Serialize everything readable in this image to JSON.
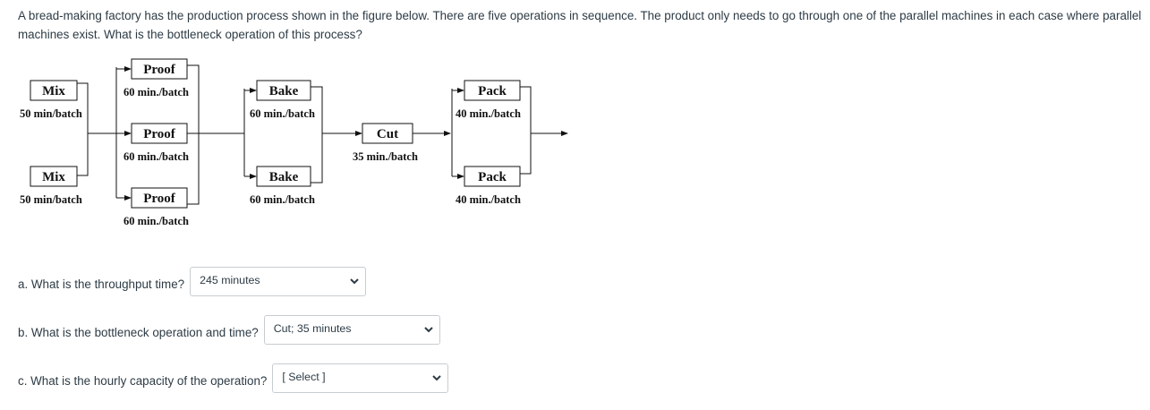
{
  "question": {
    "text": "A bread-making factory has the production process shown in the figure below. There are five operations in sequence. The product only needs to go through one of the parallel machines in each case where parallel machines exist. What is the bottleneck operation of this process?"
  },
  "diagram": {
    "mix1": {
      "label": "Mix",
      "rate": "50 min/batch"
    },
    "mix2": {
      "label": "Mix",
      "rate": "50 min/batch"
    },
    "proof1": {
      "label": "Proof",
      "rate": "60 min./batch"
    },
    "proof2": {
      "label": "Proof",
      "rate": "60 min./batch"
    },
    "proof3": {
      "label": "Proof",
      "rate": "60 min./batch"
    },
    "bake1": {
      "label": "Bake",
      "rate": "60 min./batch"
    },
    "bake2": {
      "label": "Bake",
      "rate": "60 min./batch"
    },
    "cut": {
      "label": "Cut",
      "rate": "35 min./batch"
    },
    "pack1": {
      "label": "Pack",
      "rate": "40 min./batch"
    },
    "pack2": {
      "label": "Pack",
      "rate": "40 min./batch"
    }
  },
  "questions": [
    {
      "label": "a. What is the throughput time?",
      "selected": "245 minutes"
    },
    {
      "label": "b. What is the bottleneck operation and time?",
      "selected": "Cut; 35 minutes"
    },
    {
      "label": "c. What is the hourly capacity of the operation?",
      "selected": "[ Select ]"
    }
  ],
  "icons": {
    "dropdown": "chevron-down-icon"
  }
}
